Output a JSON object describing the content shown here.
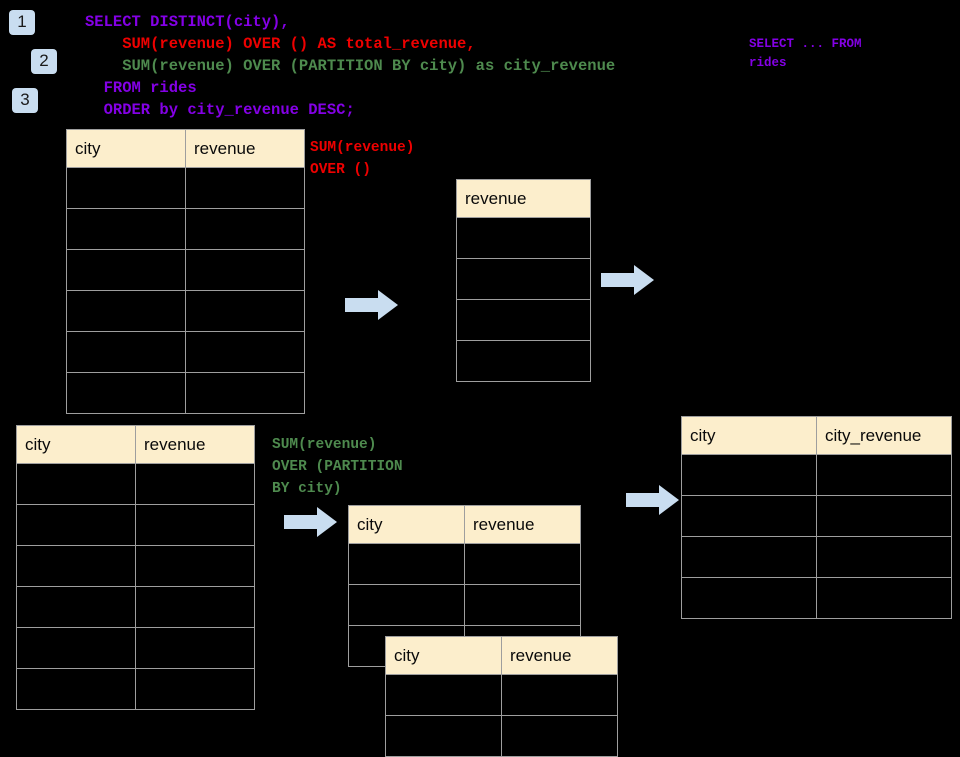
{
  "theme": {
    "background": "#000000",
    "badge_bg": "#c9ddf0",
    "header_bg": "#fceecc",
    "border": "#9e9e9e",
    "arrow_fill": "#c9ddf0",
    "purple": "#8400e6",
    "red": "#ee0000",
    "green": "#4e8a4e"
  },
  "badges": [
    {
      "label": "1"
    },
    {
      "label": "2"
    },
    {
      "label": "3"
    }
  ],
  "sql": {
    "line1": "SELECT DISTINCT(city),",
    "line2": "    SUM(revenue) OVER () AS total_revenue,",
    "line3": "    SUM(revenue) OVER (PARTITION BY city) as city_revenue",
    "line4": "  FROM rides",
    "line5": "  ORDER by city_revenue DESC;"
  },
  "notes": {
    "select_from": "SELECT ... FROM\nrides",
    "sum_over_empty": "SUM(revenue)\nOVER ()",
    "sum_over_partition": "SUM(revenue)\nOVER (PARTITION\nBY city)"
  },
  "tables": {
    "source_top": {
      "headers": [
        "city",
        "revenue"
      ],
      "row_count": 6
    },
    "total_revenue": {
      "headers": [
        "revenue"
      ],
      "row_count": 4
    },
    "source_bottom": {
      "headers": [
        "city",
        "revenue"
      ],
      "row_count": 6
    },
    "partition_a": {
      "headers": [
        "city",
        "revenue"
      ],
      "row_count": 3
    },
    "partition_b": {
      "headers": [
        "city",
        "revenue"
      ],
      "row_count": 2
    },
    "result": {
      "headers": [
        "city",
        "city_revenue"
      ],
      "row_count": 4
    }
  },
  "arrows": [
    {
      "name": "arrow-top-left"
    },
    {
      "name": "arrow-top-right"
    },
    {
      "name": "arrow-bottom-left"
    },
    {
      "name": "arrow-bottom-right"
    }
  ]
}
